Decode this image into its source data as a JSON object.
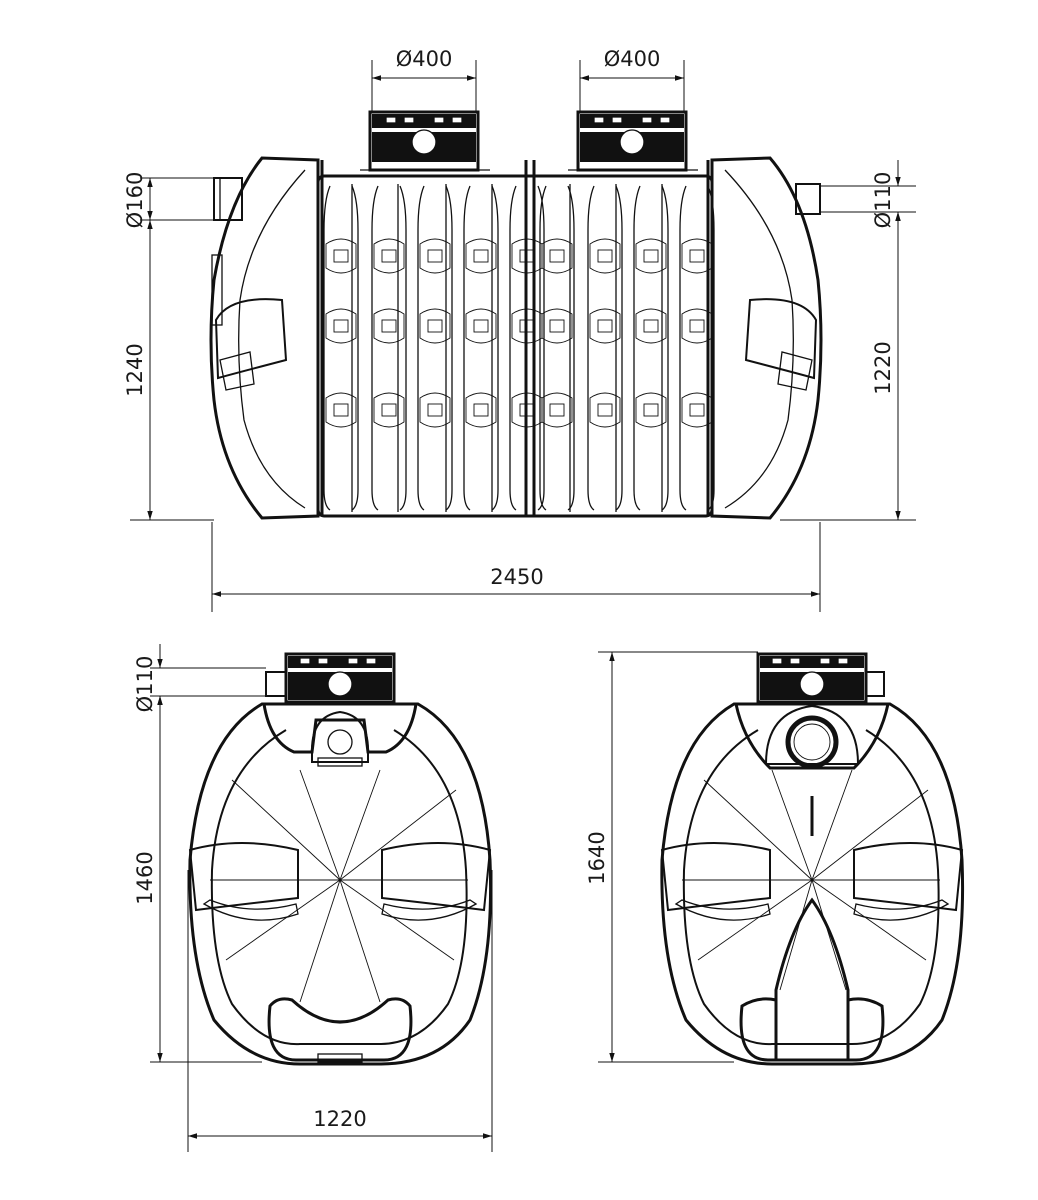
{
  "dimensions": {
    "side_view": {
      "riser_left_diameter": "Ø400",
      "riser_right_diameter": "Ø400",
      "inlet_diameter": "Ø160",
      "outlet_diameter": "Ø110",
      "inlet_height": "1240",
      "outlet_height": "1220",
      "total_length": "2450"
    },
    "end_view_outlet": {
      "pipe_diameter": "Ø110",
      "height": "1460",
      "width": "1220"
    },
    "end_view_inlet": {
      "height": "1640"
    }
  }
}
